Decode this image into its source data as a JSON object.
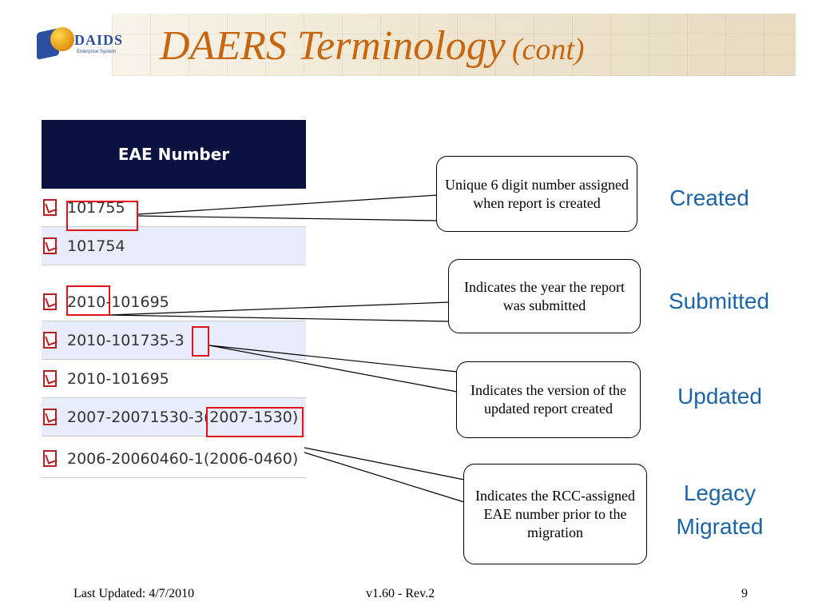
{
  "slide": {
    "title_main": "DAERS Terminology",
    "title_suffix": "(cont)",
    "logo_text": "DAIDS",
    "logo_subtext": "Enterprise System"
  },
  "table": {
    "header": "EAE Number",
    "rows": [
      {
        "number": "101755"
      },
      {
        "number": "101754"
      },
      {
        "number": "2010-101695"
      },
      {
        "number": "2010-101735-3"
      },
      {
        "number": "2010-101695"
      },
      {
        "number": "2007-20071530-3(2007-1530)"
      },
      {
        "number": "2006-20060460-1(2006-0460)"
      }
    ]
  },
  "callouts": [
    {
      "text": "Unique 6 digit number assigned when report is created",
      "label": "Created"
    },
    {
      "text": "Indicates the year the report was submitted",
      "label": "Submitted"
    },
    {
      "text": "Indicates the version of the updated report created",
      "label": "Updated"
    },
    {
      "text": "Indicates the RCC-assigned EAE number prior to the migration",
      "label": "Legacy Migrated"
    }
  ],
  "footer": {
    "last_updated": "Last Updated: 4/7/2010",
    "version": "v1.60 - Rev.2",
    "page_number": "9"
  },
  "colors": {
    "title": "#c8660f",
    "table_header_bg": "#0c1240",
    "highlight": "#e0141c",
    "label": "#1b65a6"
  }
}
